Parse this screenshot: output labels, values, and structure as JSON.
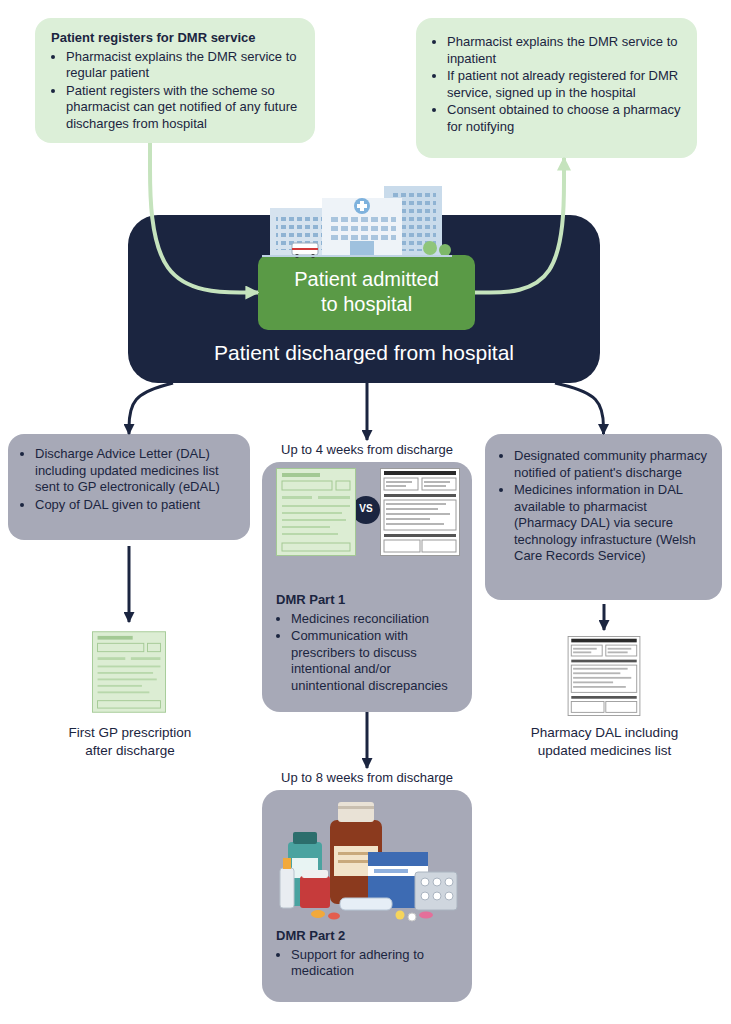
{
  "diagram": {
    "nodes": [
      {
        "text": [
          "Patient registers for DMR service",
          "Pharmacist explains the DMR service to regular patient",
          "Patient registers with the scheme so pharmacist can get notified of any future discharges from hospital"
        ]
      },
      {
        "text": [
          "Pharmacist explains the DMR service to inpatient",
          "If patient not already registered for DMR service, signed up in the hospital",
          "Consent obtained to choose a pharmacy for notifying"
        ]
      },
      {
        "text": [
          "Patient discharged from hospital"
        ]
      },
      {
        "text": [
          "Patient admitted to hospital"
        ],
        "in": 2
      },
      {
        "text": [
          "Discharge Advice Letter (DAL) including updated medicines list sent to GP electronically (eDAL)",
          "Copy of DAL given to patient"
        ]
      },
      {
        "text": [
          "Up to 4 weeks from discharge",
          "DMR Part 1",
          "Medicines reconciliation",
          "Communication with prescribers to discuss intentional and/or unintentional discrepancies"
        ]
      },
      {
        "text": [
          "VS"
        ],
        "in": 5
      },
      {
        "text": [
          "Designated community pharmacy notified of patient's discharge",
          "Medicines information in DAL available to pharmacist (Pharmacy DAL) via secure technology infrastucture (Welsh Care Records Service)"
        ]
      },
      {
        "text": [
          "Up to 8 weeks from discharge",
          "DMR Part 2",
          "Support for adhering to medication"
        ]
      }
    ],
    "edges": [
      {
        "from": 0,
        "to": 3,
        "arrow": "to"
      },
      {
        "from": 3,
        "to": 1,
        "arrow": "to"
      },
      {
        "from": 2,
        "to": 4,
        "arrow": "to"
      },
      {
        "from": 2,
        "to": 5,
        "arrow": "to"
      },
      {
        "from": 2,
        "to": 7,
        "arrow": "to"
      },
      {
        "from": 5,
        "to": 8,
        "arrow": "to"
      }
    ],
    "labels": [
      "First GP prescription after discharge",
      "Pharmacy DAL including updated medicines list"
    ]
  }
}
